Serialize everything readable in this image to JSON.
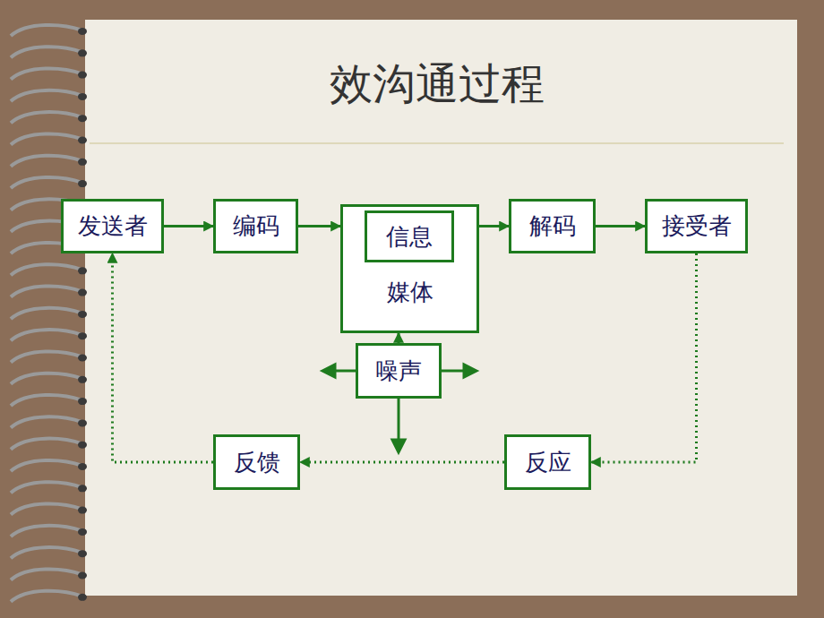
{
  "diagram": {
    "title": "效沟通过程",
    "nodes": [
      {
        "text": [
          "发送者"
        ]
      },
      {
        "text": [
          "编码"
        ]
      },
      {
        "text": [
          "媒体"
        ]
      },
      {
        "text": [
          "信息"
        ],
        "in": 2
      },
      {
        "text": [
          "解码"
        ]
      },
      {
        "text": [
          "接受者"
        ]
      },
      {
        "text": [
          "噪声"
        ]
      },
      {
        "text": [
          "反馈"
        ]
      },
      {
        "text": [
          "反应"
        ]
      }
    ],
    "edges": [
      {
        "from": 0,
        "to": 1,
        "arrow": "to"
      },
      {
        "from": 1,
        "to": 2,
        "arrow": "to"
      },
      {
        "from": 2,
        "to": 4,
        "arrow": "to"
      },
      {
        "from": 4,
        "to": 5,
        "arrow": "to"
      },
      {
        "from": 5,
        "to": 8,
        "arrow": "to"
      },
      {
        "from": 8,
        "to": 7,
        "arrow": "to"
      },
      {
        "from": 7,
        "to": 0,
        "arrow": "to"
      },
      {
        "from": 6,
        "to": 2,
        "arrow": "to"
      }
    ]
  }
}
